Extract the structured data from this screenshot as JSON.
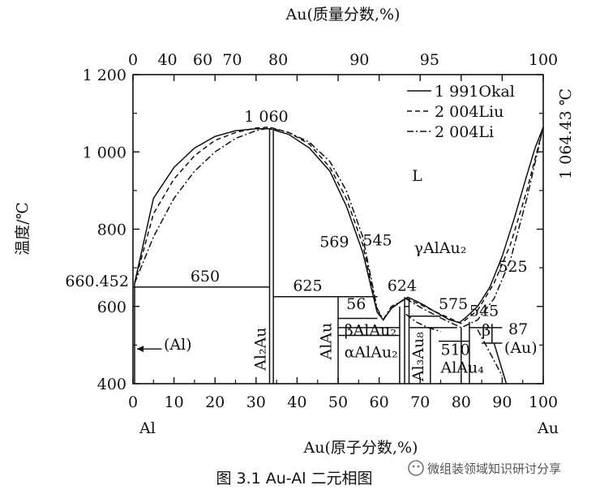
{
  "chart_data": {
    "type": "line",
    "title": "",
    "top_axis_label": "Au(质量分数,%)",
    "xlabel": "Au(原子分数,%)",
    "ylabel": "温度/℃",
    "xlim": [
      0,
      100
    ],
    "ylim": [
      400,
      1200
    ],
    "x_ticks": [
      "0",
      "10",
      "20",
      "30",
      "40",
      "50",
      "60",
      "70",
      "80",
      "90",
      "100"
    ],
    "y_ticks": [
      "400",
      "600",
      "800",
      "1 000",
      "1 200"
    ],
    "top_ticks": [
      {
        "label": "0",
        "at_at": 0
      },
      {
        "label": "40",
        "at_at": 8.4
      },
      {
        "label": "60",
        "at_at": 17.0
      },
      {
        "label": "70",
        "at_at": 24.2
      },
      {
        "label": "80",
        "at_at": 35.4
      },
      {
        "label": "90",
        "at_at": 55.2
      },
      {
        "label": "95",
        "at_at": 72.3
      },
      {
        "label": "100",
        "at_at": 100
      }
    ],
    "corner_labels": {
      "left": "Al",
      "right": "Au"
    },
    "right_axis_label": "1 064.43 ℃",
    "grid": false,
    "legend_position": "top-right",
    "legend": [
      {
        "label": "1 991Okal",
        "dash": "solid"
      },
      {
        "label": "2 004Liu",
        "dash": "dashed"
      },
      {
        "label": "2 004Li",
        "dash": "dashdot"
      }
    ],
    "series": [
      {
        "name": "1 991Okal",
        "dash": "solid",
        "x": [
          0.4,
          5,
          10,
          15,
          20,
          25,
          30,
          33.3,
          38,
          43,
          48,
          52,
          56,
          59.5,
          61,
          63,
          65,
          67
        ],
        "y": [
          660,
          880,
          960,
          1010,
          1040,
          1055,
          1060,
          1060,
          1045,
          1010,
          950,
          860,
          740,
          585,
          565,
          595,
          610,
          624
        ]
      },
      {
        "name": "1 991Okal",
        "dash": "solid",
        "x": [
          67,
          69,
          71,
          73,
          75,
          77,
          79.5,
          81,
          84,
          87,
          90,
          93,
          96,
          98,
          100
        ],
        "y": [
          624,
          614,
          603,
          590,
          578,
          566,
          558,
          570,
          600,
          650,
          730,
          830,
          940,
          1010,
          1064
        ]
      },
      {
        "name": "2 004Liu",
        "dash": "dashed",
        "x": [
          0.4,
          5,
          10,
          15,
          20,
          25,
          30,
          33.3,
          38,
          43,
          48,
          52,
          56,
          59.5,
          61,
          63,
          66.5
        ],
        "y": [
          660,
          840,
          930,
          990,
          1030,
          1050,
          1062,
          1064,
          1050,
          1020,
          960,
          880,
          760,
          590,
          565,
          595,
          622
        ]
      },
      {
        "name": "2 004Liu",
        "dash": "dashed",
        "x": [
          66.5,
          70,
          75,
          80,
          84,
          88,
          92,
          96,
          100
        ],
        "y": [
          622,
          605,
          580,
          556,
          590,
          660,
          760,
          900,
          1064
        ]
      },
      {
        "name": "2 004Li",
        "dash": "dashdot",
        "x": [
          0.4,
          5,
          10,
          15,
          20,
          25,
          30,
          33.3,
          38,
          43,
          48,
          52,
          56,
          59.5,
          61,
          63,
          66.5
        ],
        "y": [
          660,
          780,
          880,
          950,
          1000,
          1035,
          1055,
          1062,
          1050,
          1025,
          975,
          900,
          780,
          595,
          566,
          600,
          620
        ]
      },
      {
        "name": "2 004Li",
        "dash": "dashdot",
        "x": [
          66.5,
          70,
          75,
          80,
          84,
          88,
          92,
          96,
          100
        ],
        "y": [
          620,
          598,
          570,
          545,
          565,
          620,
          720,
          880,
          1064
        ]
      },
      {
        "name": "2 004Li",
        "dash": "dashdot",
        "x": [
          66.5,
          69,
          72,
          75
        ],
        "y": [
          580,
          560,
          545,
          535
        ]
      },
      {
        "name": "2 004Li",
        "dash": "dashdot",
        "x": [
          84,
          86,
          88,
          90
        ],
        "y": [
          540,
          500,
          460,
          420
        ]
      }
    ],
    "boundaries": [
      {
        "x": [
          0,
          33.3
        ],
        "y": [
          650,
          650
        ]
      },
      {
        "x": [
          0.4,
          0.4
        ],
        "y": [
          400,
          660
        ]
      },
      {
        "x": [
          33.3,
          33.3
        ],
        "y": [
          400,
          1060
        ]
      },
      {
        "x": [
          34.2,
          34.2
        ],
        "y": [
          400,
          1055
        ]
      },
      {
        "x": [
          34.2,
          59.6
        ],
        "y": [
          625,
          625
        ]
      },
      {
        "x": [
          50,
          50
        ],
        "y": [
          400,
          625
        ]
      },
      {
        "x": [
          50,
          59.6
        ],
        "y": [
          569,
          569
        ]
      },
      {
        "x": [
          50,
          65
        ],
        "y": [
          545,
          545
        ]
      },
      {
        "x": [
          50,
          65
        ],
        "y": [
          525,
          525
        ]
      },
      {
        "x": [
          65,
          65
        ],
        "y": [
          400,
          600
        ]
      },
      {
        "x": [
          66.2,
          66.2
        ],
        "y": [
          400,
          624
        ]
      },
      {
        "x": [
          67.3,
          67.3
        ],
        "y": [
          400,
          620
        ]
      },
      {
        "x": [
          66.2,
          67.3
        ],
        "y": [
          600,
          600
        ]
      },
      {
        "x": [
          67.5,
          75
        ],
        "y": [
          575,
          575
        ]
      },
      {
        "x": [
          67.3,
          79
        ],
        "y": [
          545,
          545
        ]
      },
      {
        "x": [
          72.5,
          72.5
        ],
        "y": [
          400,
          545
        ]
      },
      {
        "x": [
          74.5,
          82
        ],
        "y": [
          510,
          510
        ]
      },
      {
        "x": [
          80,
          80
        ],
        "y": [
          400,
          545
        ]
      },
      {
        "x": [
          82,
          90
        ],
        "y": [
          545,
          545
        ]
      },
      {
        "x": [
          82,
          82
        ],
        "y": [
          400,
          560
        ]
      },
      {
        "x": [
          85,
          90
        ],
        "y": [
          505,
          505
        ]
      },
      {
        "x": [
          87.5,
          87.5
        ],
        "y": [
          505,
          555
        ]
      },
      {
        "x": [
          88,
          91
        ],
        "y": [
          505,
          400
        ]
      }
    ],
    "annotations": [
      {
        "text": "1 060",
        "x": 32.5,
        "y": 1078,
        "anchor": "middle"
      },
      {
        "text": "L",
        "x": 68,
        "y": 925,
        "anchor": "start"
      },
      {
        "text": "660.452",
        "x": -1,
        "y": 652,
        "anchor": "end"
      },
      {
        "text": "650",
        "x": 14,
        "y": 665,
        "anchor": "start"
      },
      {
        "text": "625",
        "x": 39,
        "y": 640,
        "anchor": "start"
      },
      {
        "text": "569",
        "x": 45.5,
        "y": 754,
        "anchor": "start"
      },
      {
        "text": "545",
        "x": 56,
        "y": 758,
        "anchor": "start"
      },
      {
        "text": "γAlAu₂",
        "x": 68.5,
        "y": 738,
        "anchor": "start"
      },
      {
        "text": "624",
        "x": 62,
        "y": 640,
        "anchor": "start"
      },
      {
        "text": "575",
        "x": 74.5,
        "y": 593,
        "anchor": "start"
      },
      {
        "text": "525",
        "x": 89,
        "y": 690,
        "anchor": "start"
      },
      {
        "text": "545",
        "x": 82,
        "y": 575,
        "anchor": "start"
      },
      {
        "text": "56",
        "x": 52,
        "y": 593,
        "anchor": "start"
      },
      {
        "text": "87",
        "x": 91.5,
        "y": 528,
        "anchor": "start"
      },
      {
        "text": "β",
        "x": 85,
        "y": 525,
        "anchor": "start"
      },
      {
        "text": "510",
        "x": 75,
        "y": 475,
        "anchor": "start"
      },
      {
        "text": "(Au)",
        "x": 90.5,
        "y": 480,
        "anchor": "start"
      },
      {
        "text": "(Al)",
        "x": 7.5,
        "y": 488,
        "anchor": "start"
      },
      {
        "text": "βAlAu₂",
        "x": 51.5,
        "y": 525,
        "anchor": "start"
      },
      {
        "text": "αAlAu₂",
        "x": 51.5,
        "y": 468,
        "anchor": "start"
      },
      {
        "text": "AlAu₄",
        "x": 75,
        "y": 428,
        "anchor": "start"
      }
    ],
    "vertical_labels": [
      {
        "text": "Al₂Au",
        "x": 32.3,
        "y": 490
      },
      {
        "text": "AlAu",
        "x": 48.3,
        "y": 510
      },
      {
        "text": "Al₃Au₈",
        "x": 70.8,
        "y": 470
      }
    ]
  },
  "caption": "图 3.1 Au-Al 二元相图",
  "watermark": "微组装领域知识研讨分享"
}
